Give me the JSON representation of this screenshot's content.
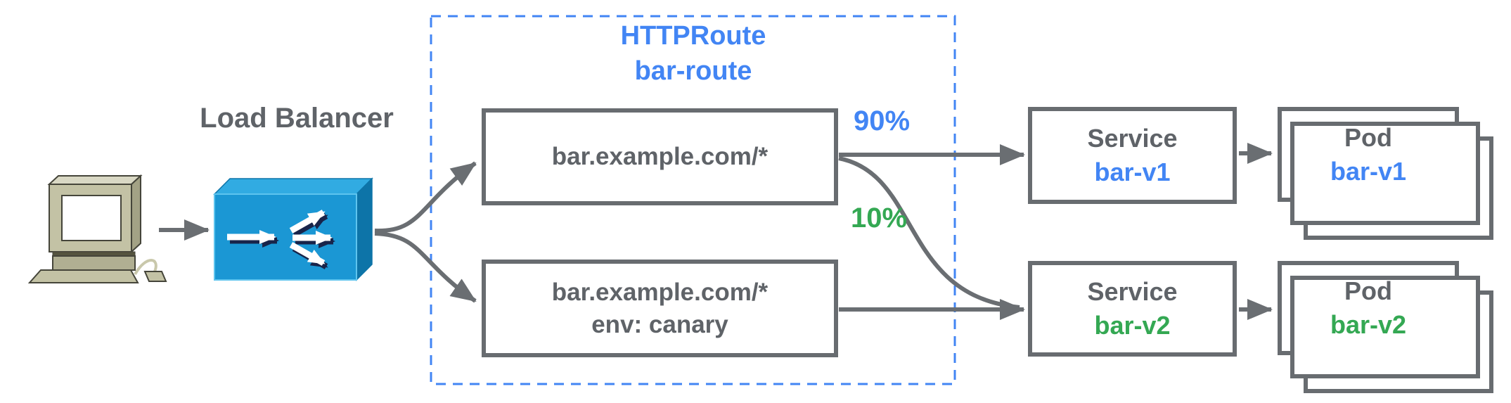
{
  "colors": {
    "accent_blue": "#4285f4",
    "accent_green": "#34a853",
    "text_gray": "#5f6368",
    "border_gray": "#686c70",
    "arrow_gray": "#6a6e72",
    "lb_front": "#1b97d4",
    "lb_top": "#31abe2",
    "lb_side": "#0d74a8",
    "computer_body": "#c3c2a5",
    "background": "#ffffff"
  },
  "nodes": {
    "client": {
      "icon": "desktop-computer"
    },
    "load_balancer": {
      "label": "Load Balancer",
      "icon": "load-balancer-fanout"
    },
    "httproute": {
      "kind": "HTTPRoute",
      "name": "bar-route",
      "rules": [
        {
          "lines": [
            "bar.example.com/*"
          ],
          "weight": "90%",
          "weight_color": "#4285f4"
        },
        {
          "lines": [
            "bar.example.com/*",
            "env: canary"
          ],
          "weight": "10%",
          "weight_color": "#34a853"
        }
      ]
    },
    "services": [
      {
        "kind": "Service",
        "name": "bar-v1",
        "name_color": "#4285f4"
      },
      {
        "kind": "Service",
        "name": "bar-v2",
        "name_color": "#34a853"
      }
    ],
    "pods": [
      {
        "kind": "Pod",
        "name": "bar-v1",
        "name_color": "#4285f4",
        "replicas_shown": 3
      },
      {
        "kind": "Pod",
        "name": "bar-v2",
        "name_color": "#34a853",
        "replicas_shown": 3
      }
    ]
  }
}
